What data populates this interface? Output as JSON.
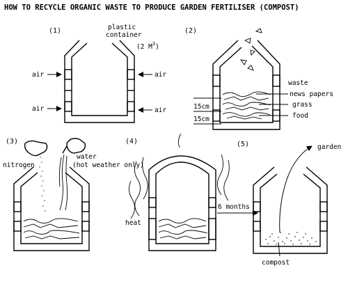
{
  "title": "HOW TO RECYCLE ORGANIC WASTE TO PRODUCE GARDEN FERTILISER (COMPOST)",
  "steps": [
    {
      "number": "(1)",
      "labels": {
        "container_line1": "plastic",
        "container_line2": "container",
        "volume": "(2 M",
        "volume_sup": "3",
        "volume_close": ")",
        "air": "air"
      }
    },
    {
      "number": "(2)",
      "labels": {
        "waste": "waste",
        "news_papers": "news papers",
        "grass": "grass",
        "food": "food",
        "layer1": "15cm",
        "layer2": "15cm"
      }
    },
    {
      "number": "(3)",
      "labels": {
        "nitrogen": "nitrogen",
        "water_line1": "water",
        "water_line2": "(hot weather only)"
      }
    },
    {
      "number": "(4)",
      "labels": {
        "heat": "heat",
        "duration": "6 months"
      }
    },
    {
      "number": "(5)",
      "labels": {
        "garden": "garden",
        "compost": "compost"
      }
    }
  ],
  "icons": {
    "arrow": "arrow-icon",
    "bin": "compost-bin-icon",
    "bag": "bag-icon",
    "can": "watering-can-icon"
  }
}
